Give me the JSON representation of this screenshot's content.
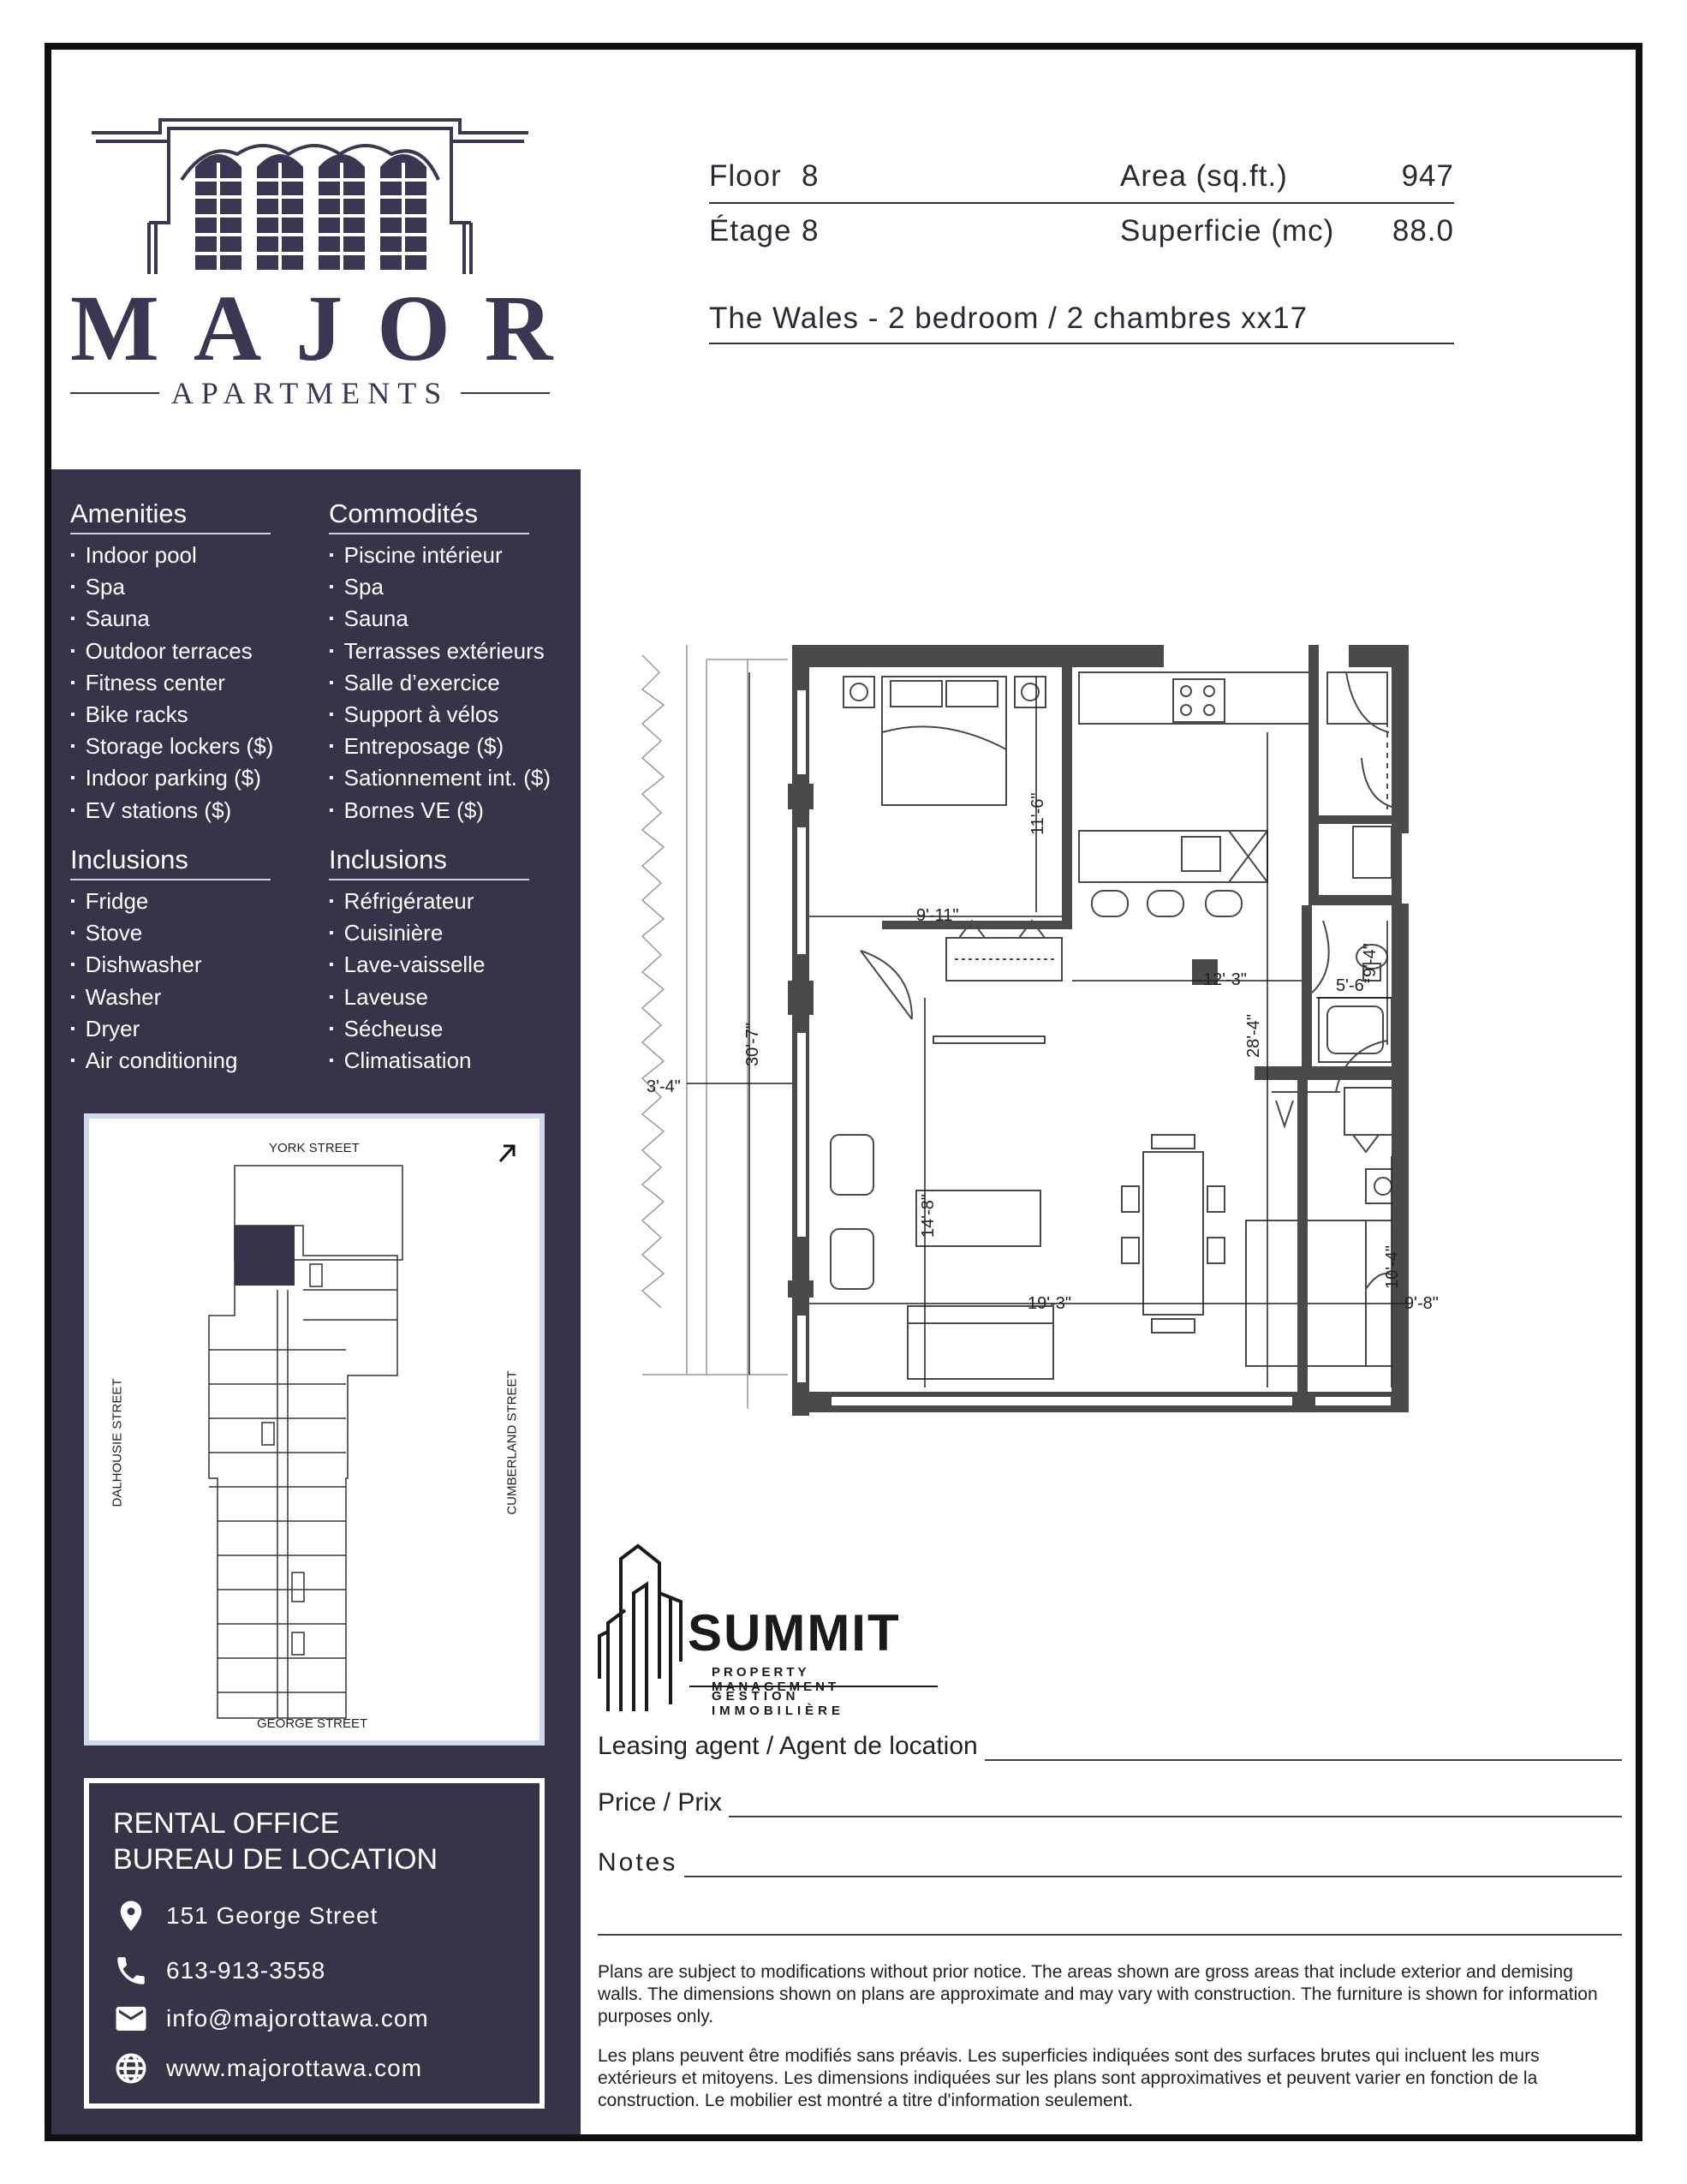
{
  "brand": {
    "name": "MAJOR",
    "subtitle": "APARTMENTS",
    "color": "#3a3752"
  },
  "unit": {
    "floor_label": "Floor",
    "floor_value": "8",
    "floor_label_fr": "Étage",
    "floor_value_fr": "8",
    "area_label": "Area (sq.ft.)",
    "area_value": "947",
    "area_label_fr": "Superficie (mc)",
    "area_value_fr": "88.0",
    "name": "The Wales - 2 bedroom / 2 chambres xx17"
  },
  "amenities": {
    "title_en": "Amenities",
    "title_fr": "Commodités",
    "items_en": [
      "Indoor pool",
      "Spa",
      "Sauna",
      "Outdoor terraces",
      "Fitness center",
      "Bike racks",
      "Storage lockers ($)",
      "Indoor parking ($)",
      "EV stations ($)"
    ],
    "items_fr": [
      "Piscine intérieur",
      "Spa",
      "Sauna",
      "Terrasses extérieurs",
      "Salle d’exercice",
      "Support à vélos",
      "Entreposage ($)",
      "Sationnement int. ($)",
      "Bornes VE ($)"
    ]
  },
  "inclusions": {
    "title_en": "Inclusions",
    "title_fr": "Inclusions",
    "items_en": [
      "Fridge",
      "Stove",
      "Dishwasher",
      "Washer",
      "Dryer",
      "Air conditioning"
    ],
    "items_fr": [
      "Réfrigérateur",
      "Cuisinière",
      "Lave-vaisselle",
      "Laveuse",
      "Sécheuse",
      "Climatisation"
    ]
  },
  "site_map": {
    "north": "YORK STREET",
    "south": "GEORGE STREET",
    "west": "DALHOUSIE STREET",
    "east": "CUMBERLAND STREET"
  },
  "office": {
    "title_en": "RENTAL OFFICE",
    "title_fr": "BUREAU DE LOCATION",
    "address": "151 George Street",
    "phone": "613-913-3558",
    "email": "info@majorottawa.com",
    "website": "www.majorottawa.com"
  },
  "dimensions": {
    "bedroom1_depth": "11'-6\"",
    "bedroom1_width": "9'-11\"",
    "kitchen_width": "12'-3\"",
    "bath_depth": "9'-4\"",
    "bath_width": "5'-6\"",
    "balcony_depth": "30'-7\"",
    "balcony_width": "3'-4\"",
    "living_height": "28'-4\"",
    "living_depth": "14'-8\"",
    "living_width": "19'-3\"",
    "bedroom2_depth": "10'-4\"",
    "bedroom2_width": "9'-8\""
  },
  "summit": {
    "name": "SUMMIT",
    "line1": "PROPERTY MANAGEMENT",
    "line2": "GESTION IMMOBILIÈRE"
  },
  "form": {
    "agent_label": "Leasing agent / Agent de location",
    "price_label": "Price / Prix",
    "notes_label": "Notes"
  },
  "disclaimer": {
    "en": "Plans are subject to modifications without prior notice. The areas shown are gross areas that include exterior and demising walls. The dimensions shown on plans are approximate and may vary with construction. The furniture is shown for information purposes only.",
    "fr": "Les plans peuvent être modifiés sans préavis. Les superficies indiquées sont des surfaces brutes qui incluent les murs extérieurs et mitoyens. Les dimensions indiquées sur les plans sont approximatives et peuvent varier en fonction de la construction. Le mobilier est montré a titre d'information seulement."
  },
  "colors": {
    "sidebar": "#373449",
    "sitemap_border": "#cdd9ee",
    "wall": "#4a4a4a"
  }
}
